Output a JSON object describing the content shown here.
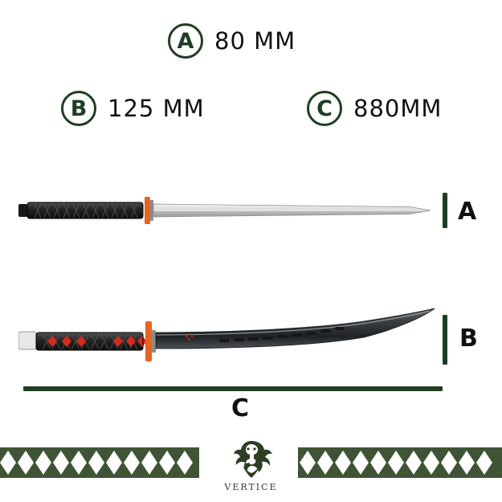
{
  "legend": [
    {
      "badge": "A",
      "label": "80 MM"
    },
    {
      "badge": "B",
      "label": "125 MM"
    },
    {
      "badge": "C",
      "label": "880MM"
    }
  ],
  "dimension_marks": [
    {
      "label": "A",
      "name": "dimension-label-a"
    },
    {
      "label": "B",
      "name": "dimension-label-b"
    },
    {
      "label": "C",
      "name": "dimension-label-c"
    }
  ],
  "products": [
    {
      "name": "straight-sword",
      "description": "Straight double-edged sword with black wrapped handle and orange guard"
    },
    {
      "name": "katana-sword",
      "description": "Curved katana with red diamond wrap, orange tsuba and dark blade"
    }
  ],
  "footer": {
    "logo_icon": "dragon-icon",
    "brand": "VERTICE"
  },
  "colors": {
    "accent_green": "#1f3d22",
    "band_green": "#3f5434",
    "guard_orange": "#e8631f",
    "wrap_red": "#d42a1f",
    "text": "#111111"
  }
}
